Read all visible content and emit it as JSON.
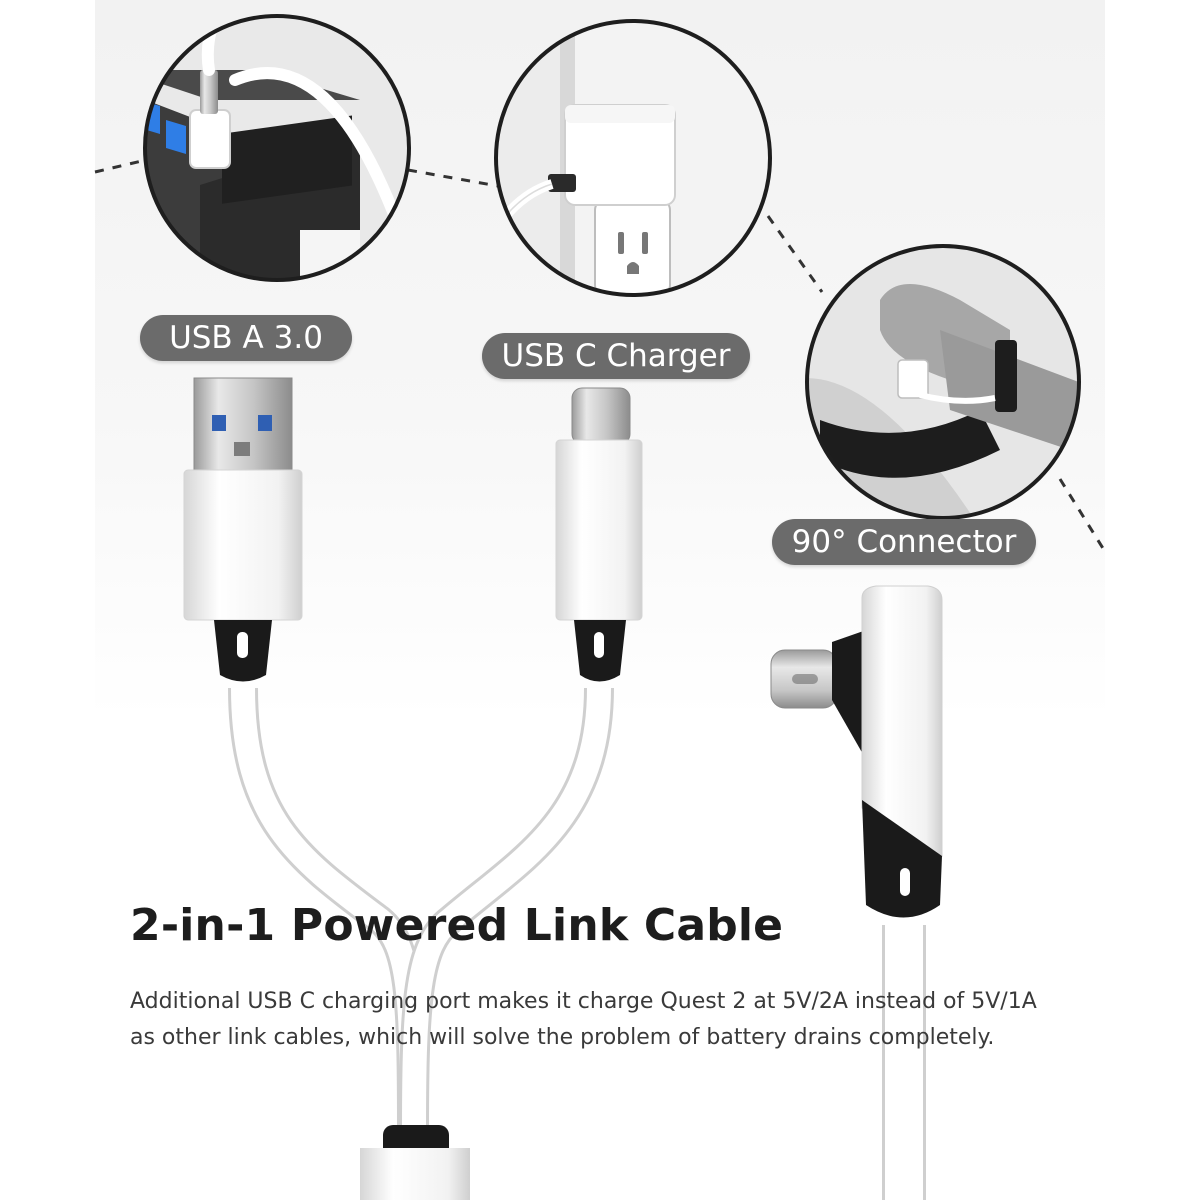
{
  "labels": {
    "usb_a": "USB A 3.0",
    "usb_c": "USB C Charger",
    "connector_90": "90° Connector"
  },
  "headline": "2-in-1 Powered Link Cable",
  "description": "Additional USB C charging port makes it charge Quest 2 at 5V/2A instead of 5V/1A as other link cables, which will solve the problem of battery drains completely.",
  "icons": {
    "circle_left": "usb-hub-port-icon",
    "circle_middle": "wall-charger-outlet-icon",
    "circle_right": "headset-side-port-icon"
  },
  "colors": {
    "label_pill": "#6b6b6b",
    "usb_port_blue": "#2f7ee6",
    "cable_white": "#ffffff",
    "connector_black": "#1a1a1a"
  }
}
